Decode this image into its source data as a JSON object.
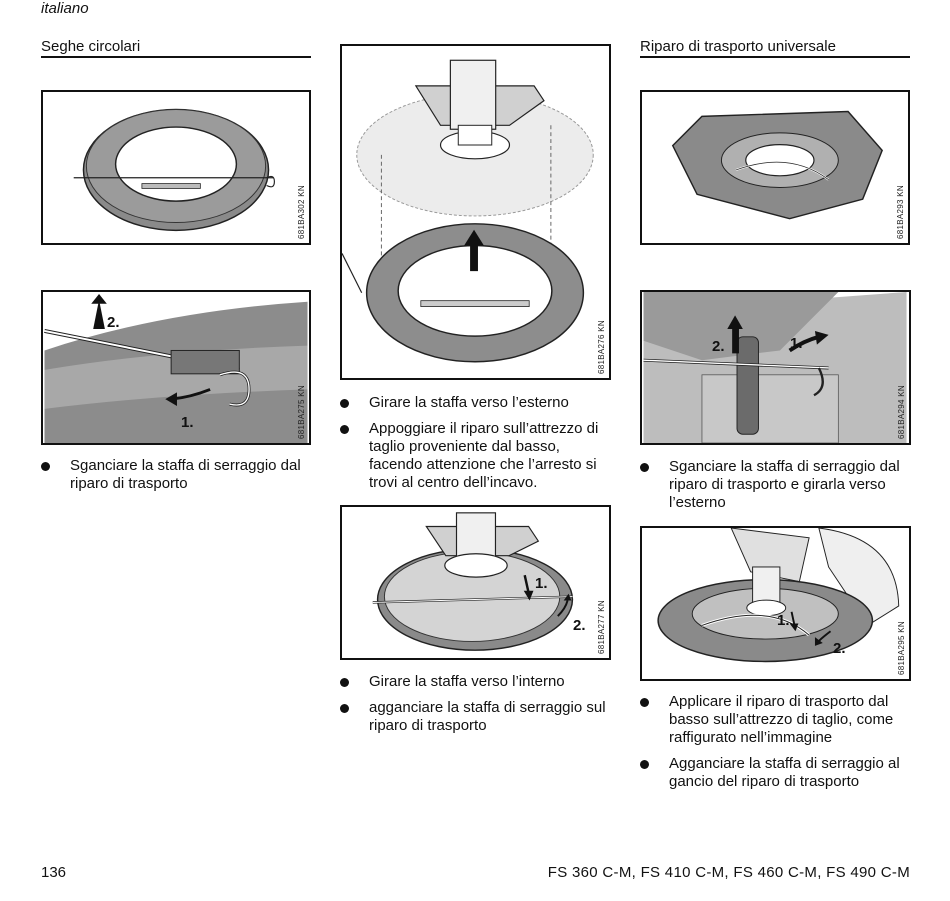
{
  "header": {
    "language": "italiano"
  },
  "left_column": {
    "heading": "Seghe circolari",
    "figures": [
      {
        "code": "681BA302 KN"
      },
      {
        "code": "681BA275 KN",
        "labels": [
          "2.",
          "1."
        ]
      }
    ],
    "bullets": [
      "Sganciare la staffa di serraggio dal riparo di trasporto"
    ]
  },
  "middle_column": {
    "figures": [
      {
        "code": "681BA276 KN"
      },
      {
        "code": "681BA277 KN",
        "labels": [
          "1.",
          "2."
        ]
      }
    ],
    "bullets_top": [
      "Girare la staffa verso l’esterno",
      "Appoggiare il riparo sull’attrezzo di taglio proveniente dal basso, facendo attenzione che l’arresto si trovi al centro dell’incavo."
    ],
    "bullets_bottom": [
      "Girare la staffa verso l’interno",
      "agganciare la staffa di serraggio sul riparo di trasporto"
    ]
  },
  "right_column": {
    "heading": "Riparo di trasporto universale",
    "figures": [
      {
        "code": "681BA293 KN"
      },
      {
        "code": "681BA294 KN",
        "labels": [
          "2.",
          "1."
        ]
      },
      {
        "code": "681BA295 KN",
        "labels": [
          "1.",
          "2."
        ]
      }
    ],
    "bullets_top": [
      "Sganciare la staffa di serraggio dal riparo di trasporto e girarla verso l’esterno"
    ],
    "bullets_bottom": [
      "Applicare il riparo di trasporto dal basso sull’attrezzo di taglio, come raffigurato nell’immagine",
      "Agganciare la staffa di serraggio al gancio del riparo di trasporto"
    ]
  },
  "footer": {
    "page_number": "136",
    "models": "FS 360 C-M, FS 410 C-M, FS 460 C-M, FS 490 C-M"
  }
}
